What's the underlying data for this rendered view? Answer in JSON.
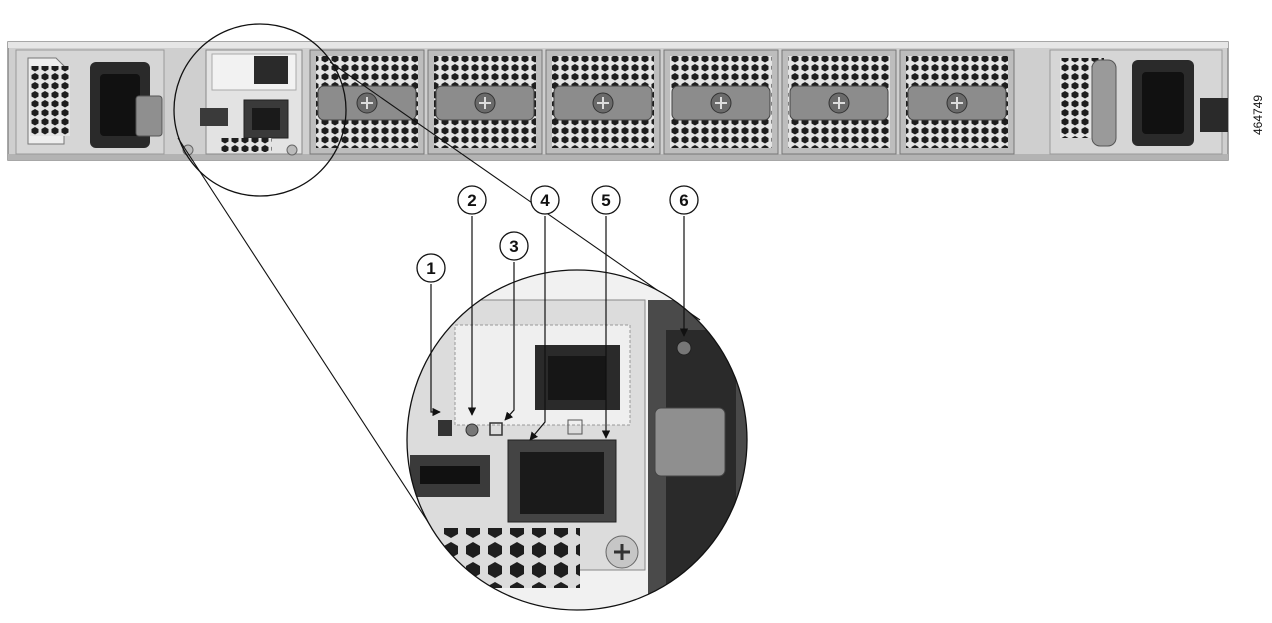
{
  "figure": {
    "figure_id": "464749",
    "subject": "switch-rear-panel",
    "modules": [
      "power-supply-left",
      "management-module",
      "fan-1",
      "fan-2",
      "fan-3",
      "fan-4",
      "fan-5",
      "fan-6",
      "power-supply-right"
    ],
    "colors": {
      "chassis": "#c9c9c9",
      "panel_dark": "#3a3a3a",
      "handle": "#8c8c8c",
      "line": "#111111"
    }
  },
  "callouts": [
    {
      "id": 1,
      "label": "1"
    },
    {
      "id": 2,
      "label": "2"
    },
    {
      "id": 3,
      "label": "3"
    },
    {
      "id": 4,
      "label": "4"
    },
    {
      "id": 5,
      "label": "5"
    },
    {
      "id": 6,
      "label": "6"
    }
  ]
}
